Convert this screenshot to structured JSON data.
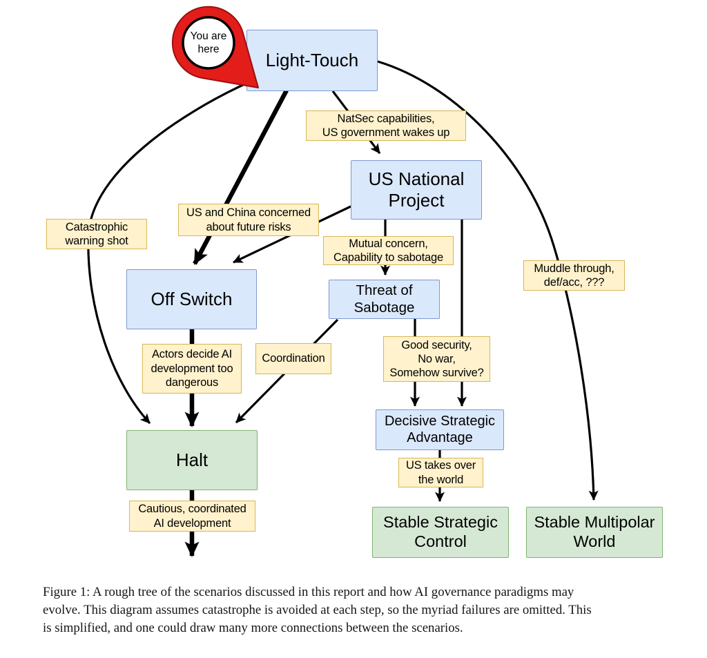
{
  "marker": {
    "text": "You are\nhere"
  },
  "nodes": {
    "light_touch": {
      "label": "Light-Touch",
      "type": "scenario"
    },
    "us_national_project": {
      "label": "US National\nProject",
      "type": "scenario"
    },
    "off_switch": {
      "label": "Off Switch",
      "type": "scenario"
    },
    "threat_of_sabotage": {
      "label": "Threat of\nSabotage",
      "type": "scenario"
    },
    "decisive_strategic_advantage": {
      "label": "Decisive Strategic\nAdvantage",
      "type": "scenario"
    },
    "halt": {
      "label": "Halt",
      "type": "outcome"
    },
    "stable_strategic_control": {
      "label": "Stable Strategic\nControl",
      "type": "outcome"
    },
    "stable_multipolar_world": {
      "label": "Stable Multipolar\nWorld",
      "type": "outcome"
    }
  },
  "edge_labels": {
    "natsec": {
      "text": "NatSec capabilities,\nUS government wakes up"
    },
    "catastrophic": {
      "text": "Catastrophic\nwarning shot"
    },
    "us_china": {
      "text": "US and China concerned\nabout future risks"
    },
    "mutual_concern": {
      "text": "Mutual concern,\nCapability to sabotage"
    },
    "muddle": {
      "text": "Muddle through,\ndef/acc, ???"
    },
    "actors": {
      "text": "Actors decide AI\ndevelopment too\ndangerous"
    },
    "coordination": {
      "text": "Coordination"
    },
    "good_security": {
      "text": "Good security,\nNo war,\nSomehow survive?"
    },
    "us_takes_over": {
      "text": "US takes over\nthe world"
    },
    "cautious": {
      "text": "Cautious, coordinated\nAI development"
    }
  },
  "edges": [
    {
      "from": "light_touch",
      "to": "halt",
      "label": "catastrophic",
      "emphasis": "normal"
    },
    {
      "from": "light_touch",
      "to": "off_switch",
      "label": "us_china",
      "emphasis": "thick"
    },
    {
      "from": "light_touch",
      "to": "us_national_project",
      "label": "natsec",
      "emphasis": "normal"
    },
    {
      "from": "light_touch",
      "to": "stable_multipolar_world",
      "label": "muddle",
      "emphasis": "normal"
    },
    {
      "from": "us_national_project",
      "to": "off_switch",
      "label": "us_china",
      "emphasis": "normal"
    },
    {
      "from": "us_national_project",
      "to": "threat_of_sabotage",
      "label": "mutual_concern",
      "emphasis": "normal"
    },
    {
      "from": "us_national_project",
      "to": "decisive_strategic_advantage",
      "label": "good_security",
      "emphasis": "normal"
    },
    {
      "from": "threat_of_sabotage",
      "to": "decisive_strategic_advantage",
      "label": "good_security",
      "emphasis": "normal"
    },
    {
      "from": "threat_of_sabotage",
      "to": "halt",
      "label": "coordination",
      "emphasis": "normal"
    },
    {
      "from": "off_switch",
      "to": "halt",
      "label": "actors",
      "emphasis": "thick"
    },
    {
      "from": "decisive_strategic_advantage",
      "to": "stable_strategic_control",
      "label": "us_takes_over",
      "emphasis": "normal"
    },
    {
      "from": "halt",
      "to": null,
      "label": "cautious",
      "emphasis": "thick"
    }
  ],
  "caption": {
    "text": "Figure 1: A rough tree of the scenarios discussed in this report and how AI governance paradigms may\nevolve. This diagram assumes catastrophe is avoided at each step, so the myriad failures are omitted. This\nis simplified, and one could draw many more connections between the scenarios."
  },
  "colors": {
    "scenario_fill": "#dae8fc",
    "scenario_border": "#7d97cf",
    "outcome_fill": "#d5e8d4",
    "outcome_border": "#7fb36d",
    "label_fill": "#fff2cc",
    "label_border": "#d6b656",
    "marker_red": "#e31d1a",
    "arrow": "#000000"
  }
}
